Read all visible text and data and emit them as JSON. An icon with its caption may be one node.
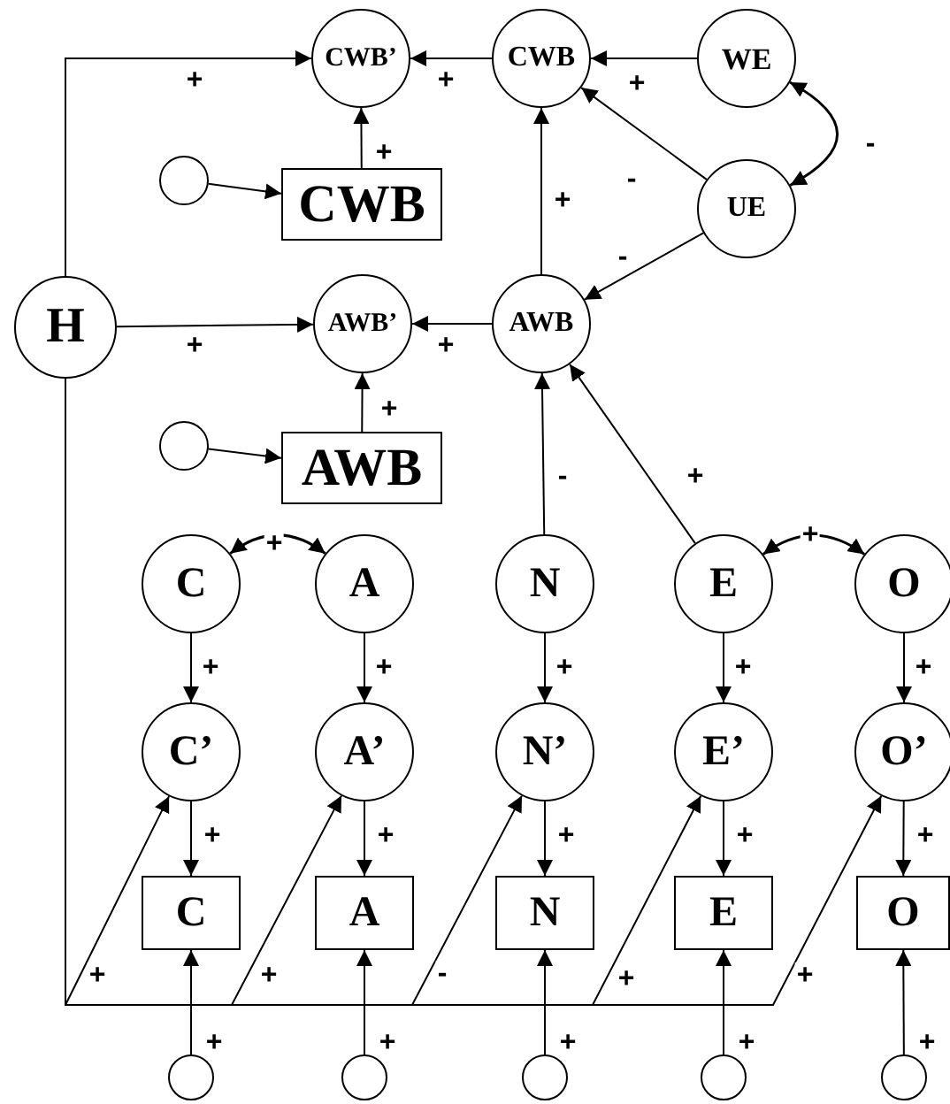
{
  "diagram": {
    "nodes": [
      {
        "text": [
          "CWB’"
        ]
      },
      {
        "text": [
          "CWB"
        ]
      },
      {
        "text": [
          "WE"
        ]
      },
      {
        "text": [],
        "shape": "circle"
      },
      {
        "text": [
          "CWB"
        ]
      },
      {
        "text": [
          "UE"
        ]
      },
      {
        "text": [
          "H"
        ]
      },
      {
        "text": [
          "AWB’"
        ]
      },
      {
        "text": [
          "AWB"
        ]
      },
      {
        "text": [],
        "shape": "circle"
      },
      {
        "text": [
          "AWB"
        ]
      },
      {
        "text": [
          "C"
        ]
      },
      {
        "text": [
          "A"
        ]
      },
      {
        "text": [
          "N"
        ]
      },
      {
        "text": [
          "E"
        ]
      },
      {
        "text": [
          "O"
        ]
      },
      {
        "text": [
          "C’"
        ]
      },
      {
        "text": [
          "A’"
        ]
      },
      {
        "text": [
          "N’"
        ]
      },
      {
        "text": [
          "E’"
        ]
      },
      {
        "text": [
          "O’"
        ]
      },
      {
        "text": [
          "C"
        ]
      },
      {
        "text": [
          "A"
        ]
      },
      {
        "text": [
          "N"
        ]
      },
      {
        "text": [
          "E"
        ]
      },
      {
        "text": [
          "O"
        ]
      },
      {
        "text": [],
        "shape": "circle"
      },
      {
        "text": [],
        "shape": "circle"
      },
      {
        "text": [],
        "shape": "circle"
      },
      {
        "text": [],
        "shape": "circle"
      },
      {
        "text": [],
        "shape": "circle"
      }
    ],
    "edges": [
      {
        "from": 6,
        "to": 0,
        "arrow": "to",
        "label": "+"
      },
      {
        "from": 1,
        "to": 0,
        "arrow": "to",
        "label": "+"
      },
      {
        "from": 2,
        "to": 1,
        "arrow": "to",
        "label": "+"
      },
      {
        "from": 5,
        "to": 1,
        "arrow": "to",
        "label": "-"
      },
      {
        "from": 2,
        "to": 5,
        "arrow": "both",
        "label": "-"
      },
      {
        "from": 3,
        "to": 4,
        "arrow": "to"
      },
      {
        "from": 4,
        "to": 0,
        "arrow": "to",
        "label": "+"
      },
      {
        "from": 6,
        "to": 7,
        "arrow": "to",
        "label": "+"
      },
      {
        "from": 8,
        "to": 7,
        "arrow": "to",
        "label": "+"
      },
      {
        "from": 5,
        "to": 8,
        "arrow": "to",
        "label": "-"
      },
      {
        "from": 8,
        "to": 1,
        "arrow": "to",
        "label": "+"
      },
      {
        "from": 9,
        "to": 10,
        "arrow": "to"
      },
      {
        "from": 10,
        "to": 7,
        "arrow": "to",
        "label": "+"
      },
      {
        "from": 13,
        "to": 8,
        "arrow": "to",
        "label": "-"
      },
      {
        "from": 14,
        "to": 8,
        "arrow": "to",
        "label": "+"
      },
      {
        "from": 11,
        "to": 12,
        "arrow": "both",
        "label": "+"
      },
      {
        "from": 14,
        "to": 15,
        "arrow": "both",
        "label": "+"
      },
      {
        "from": 11,
        "to": 16,
        "arrow": "to",
        "label": "+"
      },
      {
        "from": 12,
        "to": 17,
        "arrow": "to",
        "label": "+"
      },
      {
        "from": 13,
        "to": 18,
        "arrow": "to",
        "label": "+"
      },
      {
        "from": 14,
        "to": 19,
        "arrow": "to",
        "label": "+"
      },
      {
        "from": 15,
        "to": 20,
        "arrow": "to",
        "label": "+"
      },
      {
        "from": 16,
        "to": 21,
        "arrow": "to",
        "label": "+"
      },
      {
        "from": 17,
        "to": 22,
        "arrow": "to",
        "label": "+"
      },
      {
        "from": 18,
        "to": 23,
        "arrow": "to",
        "label": "+"
      },
      {
        "from": 19,
        "to": 24,
        "arrow": "to",
        "label": "+"
      },
      {
        "from": 20,
        "to": 25,
        "arrow": "to",
        "label": "+"
      },
      {
        "from": 26,
        "to": 21,
        "arrow": "to",
        "label": "+"
      },
      {
        "from": 27,
        "to": 22,
        "arrow": "to",
        "label": "+"
      },
      {
        "from": 28,
        "to": 23,
        "arrow": "to",
        "label": "+"
      },
      {
        "from": 29,
        "to": 24,
        "arrow": "to",
        "label": "+"
      },
      {
        "from": 30,
        "to": 25,
        "arrow": "to",
        "label": "+"
      },
      {
        "from": 6,
        "to": 16,
        "arrow": "to",
        "label": "+"
      },
      {
        "from": 6,
        "to": 17,
        "arrow": "to",
        "label": "+"
      },
      {
        "from": 6,
        "to": 18,
        "arrow": "to",
        "label": "-"
      },
      {
        "from": 6,
        "to": 19,
        "arrow": "to",
        "label": "+"
      },
      {
        "from": 6,
        "to": 20,
        "arrow": "to",
        "label": "+"
      }
    ]
  }
}
